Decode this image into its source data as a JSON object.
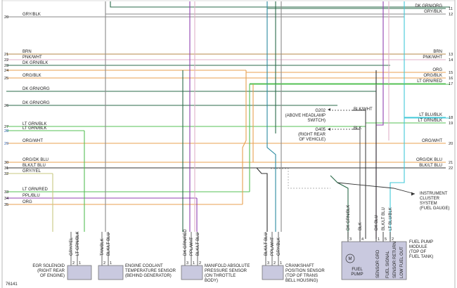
{
  "left_wires": [
    {
      "num": "20",
      "label": "GRY/BLK",
      "color": "#8a8a8a"
    },
    {
      "num": "21",
      "label": "BRN",
      "color": "#b58a4a"
    },
    {
      "num": "22",
      "label": "PNK/WHT",
      "color": "#e0b0c8"
    },
    {
      "num": "23",
      "label": "DK GRN/BLK",
      "color": "#2a6a4a"
    },
    {
      "num": "24",
      "label": "",
      "color": "#e8a050"
    },
    {
      "num": "25",
      "label": "ORG/BLK",
      "color": "#e8a050"
    },
    {
      "num": "",
      "label": "DK GRN/ORG",
      "color": "#2a6a4a"
    },
    {
      "num": "26",
      "label": "DK GRN/ORG",
      "color": "#2a6a4a"
    },
    {
      "num": "27",
      "label": "LT GRN/BLK",
      "color": "#55c055"
    },
    {
      "num": "28",
      "label": "LT GRN/BLK",
      "color": "#55c055"
    },
    {
      "num": "29",
      "label": "ORG/WHT",
      "color": "#e8a050"
    },
    {
      "num": "30",
      "label": "ORG/DK BLU",
      "color": "#e8a050"
    },
    {
      "num": "31",
      "label": "BLK/LT BLU",
      "color": "#333333"
    },
    {
      "num": "32",
      "label": "GRY/YEL",
      "color": "#c8c880"
    },
    {
      "num": "33",
      "label": "LT GRN/RED",
      "color": "#55c055"
    },
    {
      "num": "34",
      "label": "PPL/BLU",
      "color": "#9040b0"
    },
    {
      "num": "35",
      "label": "ORG",
      "color": "#e8a050"
    }
  ],
  "right_wires": [
    {
      "num": "11",
      "label": "DK GRN/ORG",
      "color": "#2a6a4a"
    },
    {
      "num": "12",
      "label": "GRY/BLK",
      "color": "#8a8a8a"
    },
    {
      "num": "13",
      "label": "BRN",
      "color": "#b58a4a"
    },
    {
      "num": "14",
      "label": "PNK/WHT",
      "color": "#e0b0c8"
    },
    {
      "num": "15",
      "label": "ORG",
      "color": "#e8a050"
    },
    {
      "num": "16",
      "label": "ORG/BLK",
      "color": "#e8a050"
    },
    {
      "num": "17",
      "label": "LT GRN/RED",
      "color": "#55c055"
    },
    {
      "num": "18",
      "label": "LT BLU/BLK",
      "color": "#40c8d8"
    },
    {
      "num": "19",
      "label": "LT GRN/BLK",
      "color": "#55c055"
    },
    {
      "num": "20",
      "label": "ORG/WHT",
      "color": "#e8a050"
    },
    {
      "num": "21",
      "label": "ORG/DK BLU",
      "color": "#e8a050"
    },
    {
      "num": "22",
      "label": "BLK/LT BLU",
      "color": "#333333"
    }
  ],
  "grounds": {
    "g202": {
      "name": "G202",
      "desc1": "(ABOVE HEADLAMP",
      "desc2": "SWITCH)",
      "wire": "BLK/WHT"
    },
    "g405": {
      "name": "G405",
      "desc1": "(RIGHT REAR",
      "desc2": "OF VEHICLE)",
      "wire": "BLK"
    }
  },
  "instrument_cluster": [
    "INSTRUMENT",
    "CLUSTER",
    "SYSTEM",
    "(FUEL GAUGE)"
  ],
  "fuel_pump_module": {
    "title": [
      "FUEL PUMP",
      "MODULE",
      "(TOP OF",
      "FUEL TANK)"
    ],
    "pins": [
      {
        "num": "3",
        "wire": "DK GRN/BLK"
      },
      {
        "num": "4",
        "wire": "BLK"
      },
      {
        "num": "1",
        "wire": "DK BLU"
      },
      {
        "num": "5",
        "wire": "BLK/LT BLU"
      },
      {
        "num": "2",
        "wire": "LT BLU/BLK"
      }
    ],
    "inner_labels": [
      "FUEL",
      "PUMP",
      "SENSOR GRD",
      "FUEL SIGNAL",
      "SENSOR RETURN",
      "LOW FUEL OUT"
    ],
    "motor_symbol": "M"
  },
  "components": [
    {
      "id": "egr",
      "lines": [
        "EGR SOLENOID",
        "(RIGHT REAR",
        "OF ENGINE)"
      ],
      "pins": [
        {
          "num": "2",
          "wire": "GRY/YEL"
        },
        {
          "num": "1",
          "wire": "LT GRN/BLK"
        }
      ]
    },
    {
      "id": "coolant",
      "lines": [
        "ENGINE COOLANT",
        "TEMPERATURE SENSOR",
        "(BEHIND GENERATOR)"
      ],
      "pins": [
        {
          "num": "2",
          "wire": "TAN/BLK"
        },
        {
          "num": "1",
          "wire": "BLK/LT BLU"
        }
      ]
    },
    {
      "id": "map",
      "lines": [
        "MANIFOLD ABSOLUTE",
        "PRESSURE SENSOR",
        "(ON THROTTLE",
        "BODY)"
      ],
      "pins": [
        {
          "num": "3",
          "wire": "DK GRN/RED"
        },
        {
          "num": "1",
          "wire": "PPL/WHT"
        },
        {
          "num": "2",
          "wire": "BLK/LT BLU"
        }
      ]
    },
    {
      "id": "ckp",
      "lines": [
        "CRANKSHAFT",
        "POSITION SENSOR",
        "(TOP OF TRANS",
        "BELL HOUSING)"
      ],
      "pins": [
        {
          "num": "3",
          "wire": "BLK/LT BLU"
        },
        {
          "num": "2",
          "wire": "PPL/WHT"
        },
        {
          "num": "1",
          "wire": "GRY/BLK"
        }
      ]
    }
  ],
  "figure_id": "76141"
}
